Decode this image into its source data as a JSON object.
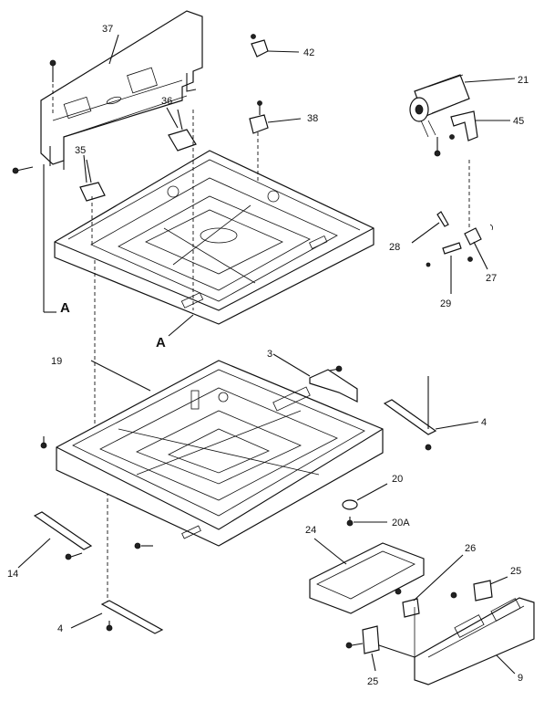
{
  "callouts": {
    "p37": "37",
    "p42": "42",
    "p36": "36",
    "p38": "38",
    "p21": "21",
    "p45": "45",
    "p35": "35",
    "p28": "28",
    "p27": "27",
    "p29": "29",
    "pA_left": "A",
    "pA_bottom": "A",
    "p19": "19",
    "p3": "3",
    "p4_right": "4",
    "p20": "20",
    "p20A": "20A",
    "p24": "24",
    "p26": "26",
    "p25_right": "25",
    "p14": "14",
    "p4_left": "4",
    "p25_bottom": "25",
    "p9": "9"
  }
}
